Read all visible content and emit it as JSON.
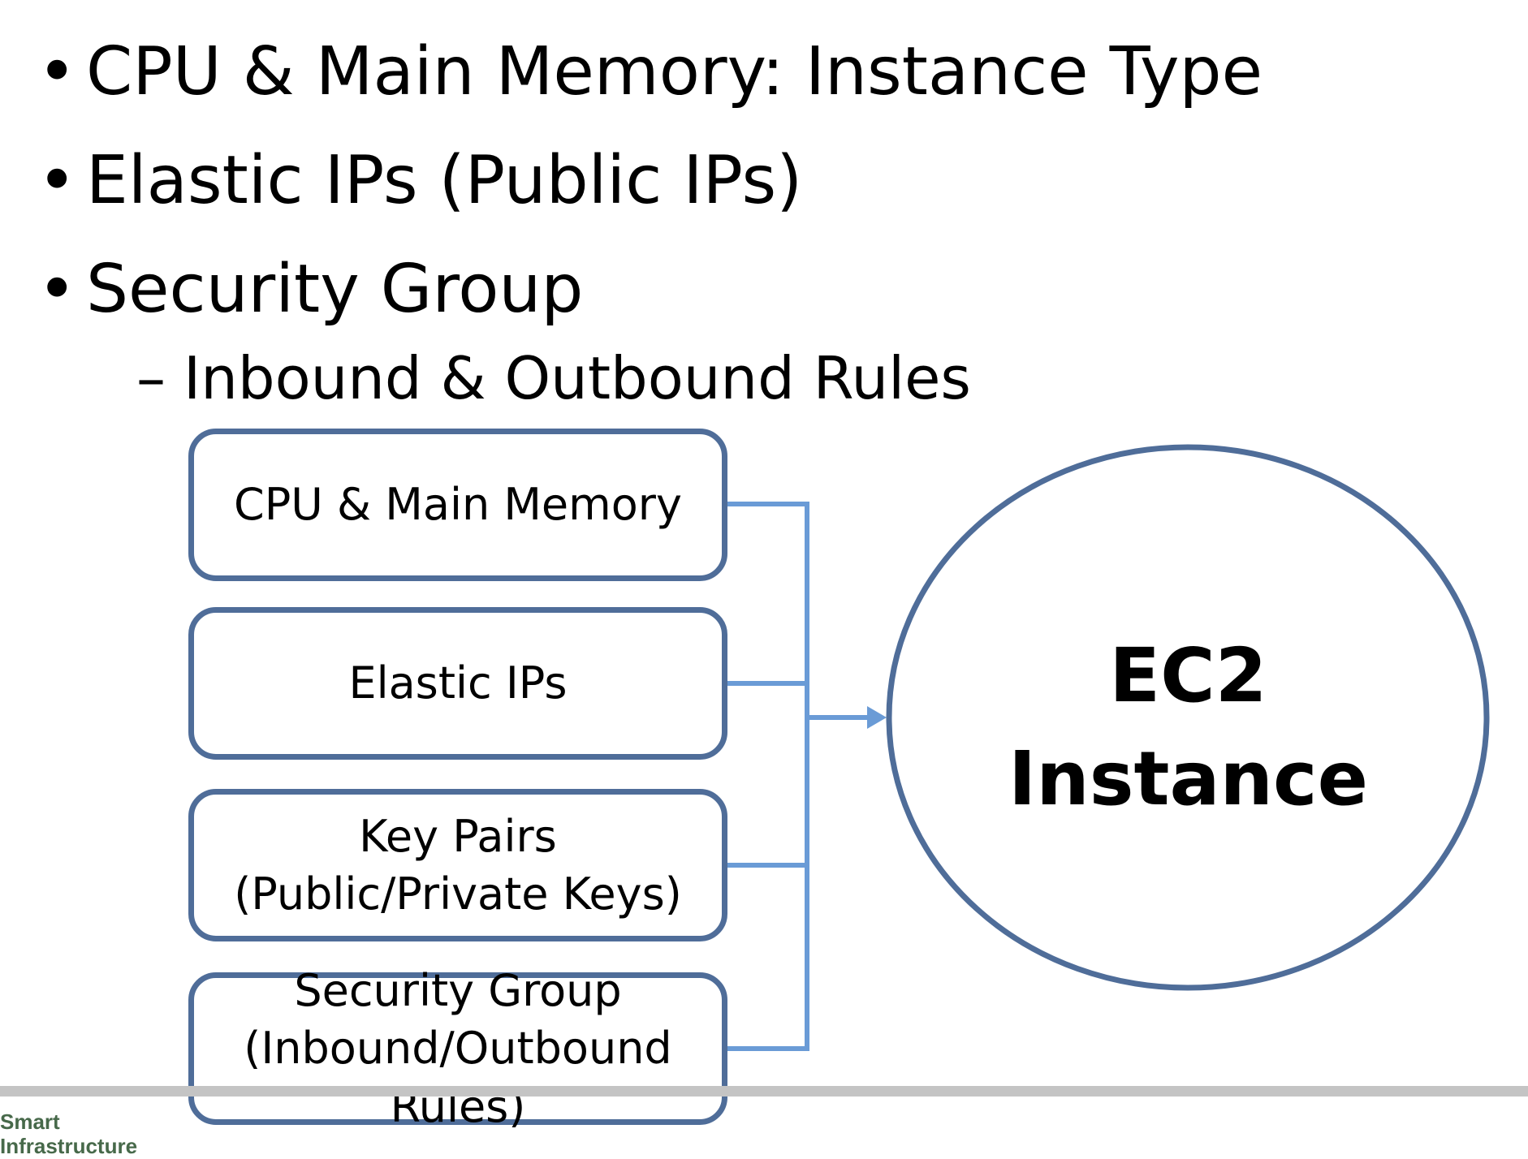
{
  "bullets": [
    {
      "marker": "•",
      "text": "CPU & Main Memory: Instance Type"
    },
    {
      "marker": "•",
      "text": "Elastic IPs (Public IPs)"
    },
    {
      "marker": "•",
      "text": "Security Group"
    }
  ],
  "sub_bullet": {
    "marker": "–",
    "text": "Inbound & Outbound Rules"
  },
  "boxes": [
    {
      "line1": "CPU & Main Memory",
      "line2": ""
    },
    {
      "line1": "Elastic IPs",
      "line2": ""
    },
    {
      "line1": "Key Pairs",
      "line2": "(Public/Private Keys)"
    },
    {
      "line1": "Security Group",
      "line2": "(Inbound/Outbound Rules)"
    }
  ],
  "target": {
    "line1": "EC2",
    "line2": "Instance"
  },
  "footer": {
    "logo_line1": "Smart",
    "logo_line2": "Infrastructure"
  },
  "colors": {
    "box_border": "#4f6d99",
    "connector": "#6a9bd6",
    "circle_border": "#4f6d99",
    "footer_bar": "#c4c4c4",
    "logo_text": "#47694a"
  }
}
